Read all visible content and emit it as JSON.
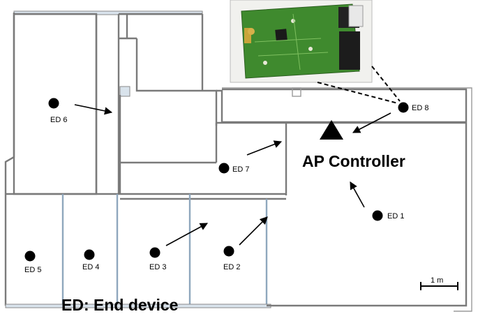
{
  "diagram": {
    "controller_label": "AP Controller",
    "legend_label": "ED: End device",
    "scale_label": "1 m",
    "devices": [
      {
        "id": "ed1",
        "label": "ED 1"
      },
      {
        "id": "ed2",
        "label": "ED 2"
      },
      {
        "id": "ed3",
        "label": "ED 3"
      },
      {
        "id": "ed4",
        "label": "ED 4"
      },
      {
        "id": "ed5",
        "label": "ED 5"
      },
      {
        "id": "ed6",
        "label": "ED 6"
      },
      {
        "id": "ed7",
        "label": "ED 7"
      },
      {
        "id": "ed8",
        "label": "ED 8"
      }
    ],
    "photo": {
      "subject": "circuit-board",
      "board_color": "#3f8a2e"
    }
  }
}
